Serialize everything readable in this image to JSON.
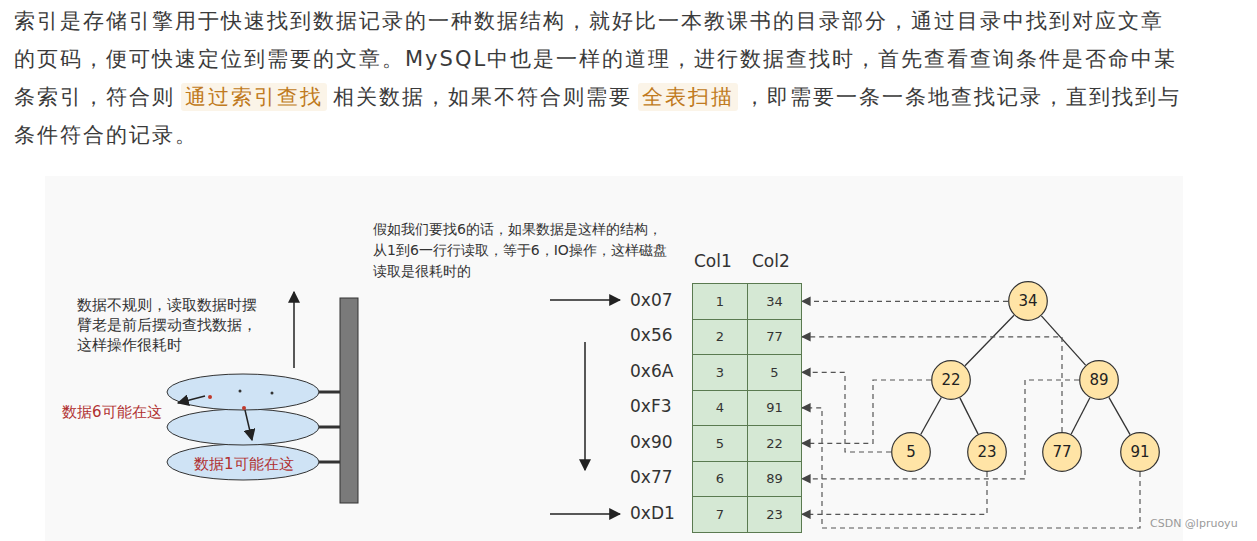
{
  "diagram": {
    "nodes": [
      {
        "text": [
          "1"
        ]
      },
      {
        "text": [
          "34"
        ]
      },
      {
        "text": [
          "2"
        ]
      },
      {
        "text": [
          "77"
        ]
      },
      {
        "text": [
          "3"
        ]
      },
      {
        "text": [
          "5"
        ]
      },
      {
        "text": [
          "4"
        ]
      },
      {
        "text": [
          "91"
        ]
      },
      {
        "text": [
          "5"
        ]
      },
      {
        "text": [
          "22"
        ]
      },
      {
        "text": [
          "6"
        ]
      },
      {
        "text": [
          "89"
        ]
      },
      {
        "text": [
          "7"
        ]
      },
      {
        "text": [
          "23"
        ]
      },
      {
        "text": [
          "34"
        ]
      },
      {
        "text": [
          "22"
        ]
      },
      {
        "text": [
          "89"
        ]
      },
      {
        "text": [
          "5"
        ]
      },
      {
        "text": [
          "23"
        ]
      },
      {
        "text": [
          "77"
        ]
      },
      {
        "text": [
          "91"
        ]
      }
    ],
    "edges": [
      {
        "from": 14,
        "to": 15,
        "arrow": "none"
      },
      {
        "from": 14,
        "to": 16,
        "arrow": "none"
      },
      {
        "from": 15,
        "to": 17,
        "arrow": "none"
      },
      {
        "from": 15,
        "to": 18,
        "arrow": "none"
      },
      {
        "from": 16,
        "to": 19,
        "arrow": "none"
      },
      {
        "from": 16,
        "to": 20,
        "arrow": "none"
      },
      {
        "from": 14,
        "to": 1,
        "arrow": "to"
      },
      {
        "from": 19,
        "to": 3,
        "arrow": "to"
      },
      {
        "from": 17,
        "to": 5,
        "arrow": "to"
      },
      {
        "from": 20,
        "to": 7,
        "arrow": "to"
      },
      {
        "from": 15,
        "to": 9,
        "arrow": "to"
      },
      {
        "from": 16,
        "to": 11,
        "arrow": "to"
      },
      {
        "from": 18,
        "to": 13,
        "arrow": "to"
      }
    ],
    "labels": [
      "索引是存储引擎用于快速找到数据记录的一种数据结构，就好比一本教课书的目录部分，通过目录中找到对应文章的页码，便可快速定位到需要的文章。MySQL中也是一样的道理，进行数据查找时，首先查看查询条件是否命中某条索引，符合则",
      "通过索引查找",
      "相关数据，如果不符合则需要",
      "全表扫描",
      "，即需要一条一条地查找记录，直到找到与条件符合的记录。",
      "假如我们要找6的话，如果数据是这样的结构，从1到6一行行读取，等于6，IO操作，这样磁盘读取是很耗时的",
      "数据不规则，读取数据时摆臂老是前后摆动查找数据，这样操作很耗时",
      "数据6可能在这",
      "数据1可能在这",
      "Col1",
      "Col2",
      "0x07",
      "0x56",
      "0x6A",
      "0xF3",
      "0x90",
      "0x77",
      "0xD1",
      "CSDN @lpruoyu"
    ]
  }
}
